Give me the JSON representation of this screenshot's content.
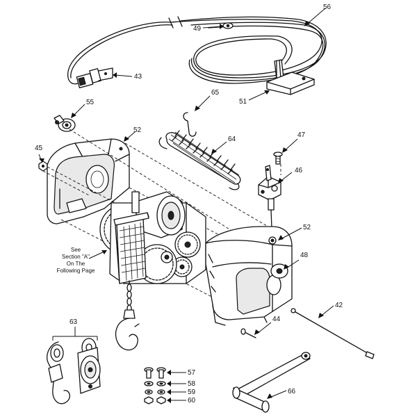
{
  "callouts": {
    "c56": "56",
    "c49": "49",
    "c43": "43",
    "c51": "51",
    "c55": "55",
    "c65": "65",
    "c52a": "52",
    "c45": "45",
    "c64": "64",
    "c47": "47",
    "c46": "46",
    "c52b": "52",
    "c48": "48",
    "c42": "42",
    "c44": "44",
    "c63": "63",
    "c57": "57",
    "c58": "58",
    "c59": "59",
    "c60": "60",
    "c66": "66"
  },
  "section_note": {
    "line1": "See",
    "line2": "Section \"A\"",
    "line3": "On The",
    "line4": "Following Page"
  }
}
